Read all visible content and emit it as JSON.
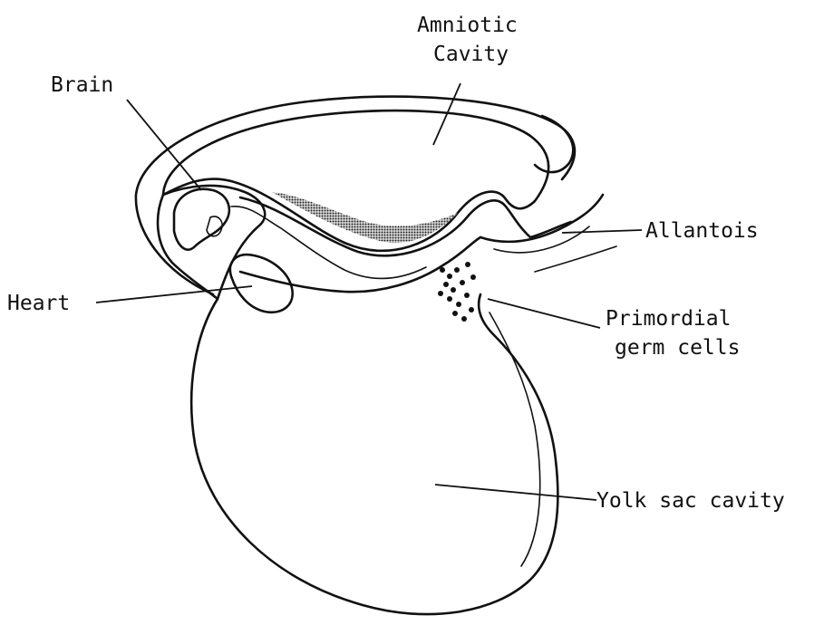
{
  "labels": {
    "amniotic_line1": "Amniotic",
    "amniotic_line2": "Cavity",
    "brain": "Brain",
    "allantois": "Allantois",
    "heart": "Heart",
    "primordial_line1": "Primordial",
    "primordial_line2": "germ cells",
    "yolk_sac": "Yolk sac cavity"
  }
}
